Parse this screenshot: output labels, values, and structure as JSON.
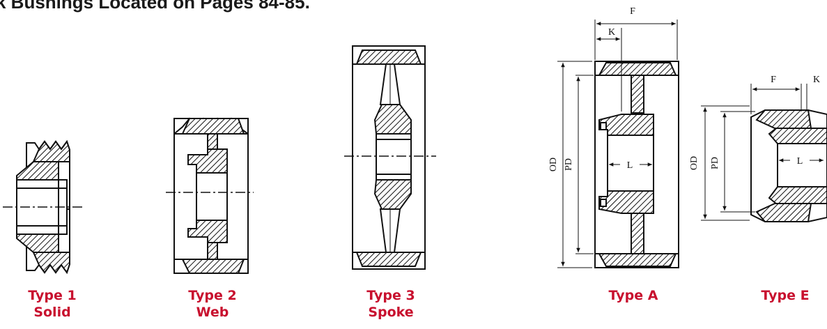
{
  "heading": "k Bushings Located on Pages 84-85.",
  "accent_color": "#c8102e",
  "types": [
    {
      "name": "Type 1",
      "sub": "Solid"
    },
    {
      "name": "Type 2",
      "sub": "Web"
    },
    {
      "name": "Type 3",
      "sub": "Spoke"
    },
    {
      "name": "Type A",
      "sub": ""
    },
    {
      "name": "Type E",
      "sub": ""
    }
  ],
  "dimensions": {
    "f": "F",
    "k": "K",
    "l": "L",
    "od": "OD",
    "pd": "PD"
  }
}
